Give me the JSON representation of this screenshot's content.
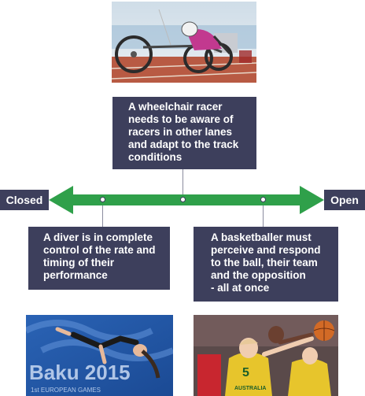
{
  "spectrum": {
    "closed_label": "Closed",
    "open_label": "Open",
    "arrow_color": "#2fa04a"
  },
  "boxes": {
    "wheelchair": "A wheelchair racer needs to be aware of racers in other lanes and adapt to the track conditions",
    "diver": "A diver is in complete control of the rate and timing of their performance",
    "basketball_line1": "A basketballer must perceive and respond to the ball, their team and the opposition",
    "basketball_line2": "- all at once"
  },
  "photos": {
    "diver_banner_text": "Baku 2015",
    "diver_banner_subtext": "1st EUROPEAN GAMES",
    "jersey_number": "5",
    "jersey_text": "AUSTRALIA"
  },
  "colors": {
    "box_background": "#3d3f5c",
    "box_text": "#ffffff"
  }
}
